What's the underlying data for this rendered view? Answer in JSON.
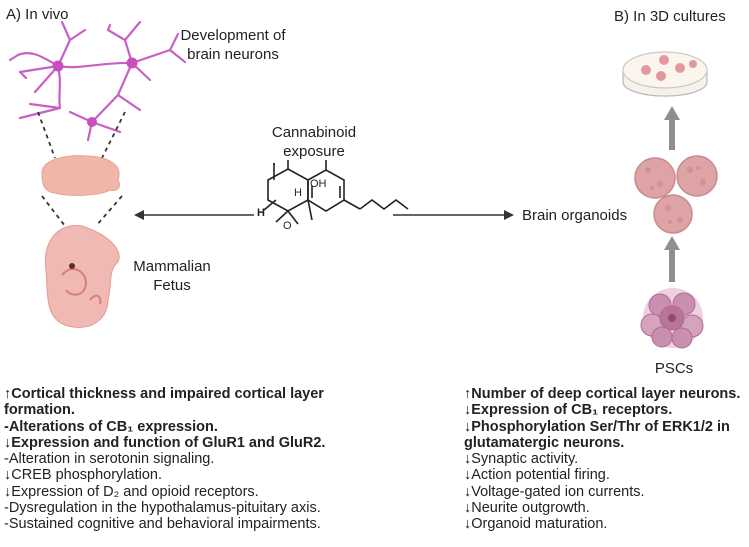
{
  "panel_a": {
    "title": "A) In vivo",
    "neurons_label": "Development of brain neurons",
    "fetus_label": "Mammalian Fetus"
  },
  "center": {
    "exposure_label": "Cannabinoid exposure",
    "molecule_labels": {
      "oh": "OH",
      "h1": "H",
      "h2": "H",
      "o": "O"
    },
    "organoids_label": "Brain organoids"
  },
  "panel_b": {
    "title": "B) In 3D cultures",
    "pscs_label": "PSCs"
  },
  "in_vivo_effects": [
    {
      "text": "↑Cortical thickness and impaired cortical layer",
      "bold": true
    },
    {
      "text": "formation.",
      "bold": true
    },
    {
      "text": "-Alterations of CB₁ expression.",
      "bold": true
    },
    {
      "text": "↓Expression and function of GluR1 and GluR2.",
      "bold": true
    },
    {
      "text": "-Alteration in serotonin signaling.",
      "bold": false
    },
    {
      "text": "↓CREB phosphorylation.",
      "bold": false
    },
    {
      "text": "↓Expression of D₂ and opioid receptors.",
      "bold": false
    },
    {
      "text": "-Dysregulation in the hypothalamus-pituitary axis.",
      "bold": false
    },
    {
      "text": "-Sustained cognitive and behavioral impairments.",
      "bold": false
    }
  ],
  "culture_effects": [
    {
      "text": "↑Number of deep cortical layer neurons.",
      "bold": true
    },
    {
      "text": "↓Expression of CB₁ receptors.",
      "bold": true
    },
    {
      "text": "↓Phosphorylation Ser/Thr of ERK1/2 in",
      "bold": true
    },
    {
      "text": "glutamatergic neurons.",
      "bold": true
    },
    {
      "text": "↓Synaptic activity.",
      "bold": false
    },
    {
      "text": "↓Action potential firing.",
      "bold": false
    },
    {
      "text": "↓Voltage-gated ion currents.",
      "bold": false
    },
    {
      "text": "↓Neurite outgrowth.",
      "bold": false
    },
    {
      "text": "↓Organoid maturation.",
      "bold": false
    }
  ]
}
